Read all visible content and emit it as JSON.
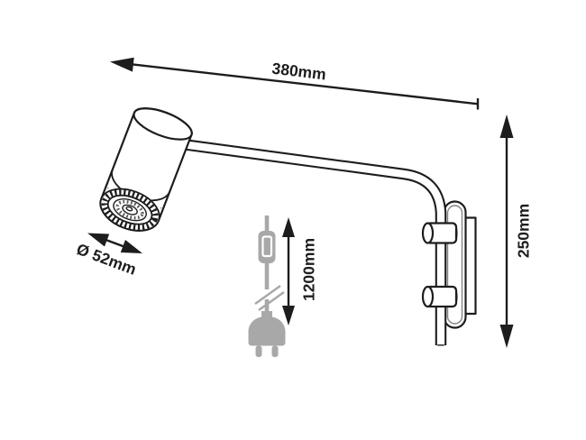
{
  "diagram": {
    "dimension_labels": {
      "width": "380mm",
      "height": "250mm",
      "head_diameter": "Ø 52mm",
      "cable_length": "1200mm"
    },
    "symbols": {
      "power_cord": "cord-with-inline-switch-and-plug-icon"
    },
    "colors": {
      "ink": "#1d1d1d",
      "cord_gray": "#a8a8a8",
      "background": "#ffffff"
    }
  }
}
